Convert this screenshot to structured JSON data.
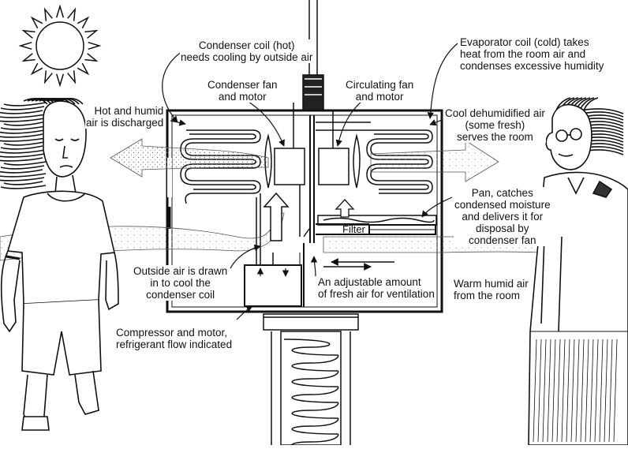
{
  "labels": {
    "condenser_coil": "Condenser coil (hot)\nneeds cooling by outside air",
    "evaporator_coil": "Evaporator coil (cold) takes\nheat from the room air and\ncondenses excessive humidity",
    "condenser_fan": "Condenser fan\nand motor",
    "circulating_fan": "Circulating fan\nand motor",
    "hot_humid_discharged": "Hot and humid\nair is discharged",
    "cool_dehumidified": "Cool dehumidified air\n(some fresh)\nserves the room",
    "pan": "Pan, catches\ncondensed moisture\nand delivers it for\ndisposal by\ncondenser fan",
    "filter": "Filter",
    "outside_air": "Outside air is drawn\nin to cool the\ncondenser coil",
    "fresh_air": "An adjustable amount\nof fresh air for ventilation",
    "warm_humid": "Warm humid air\nfrom the room",
    "compressor": "Compressor and motor,\nrefrigerant flow indicated"
  },
  "colors": {
    "ink": "#111111",
    "paper": "#ffffff",
    "stipple": "#8a8a8a"
  }
}
